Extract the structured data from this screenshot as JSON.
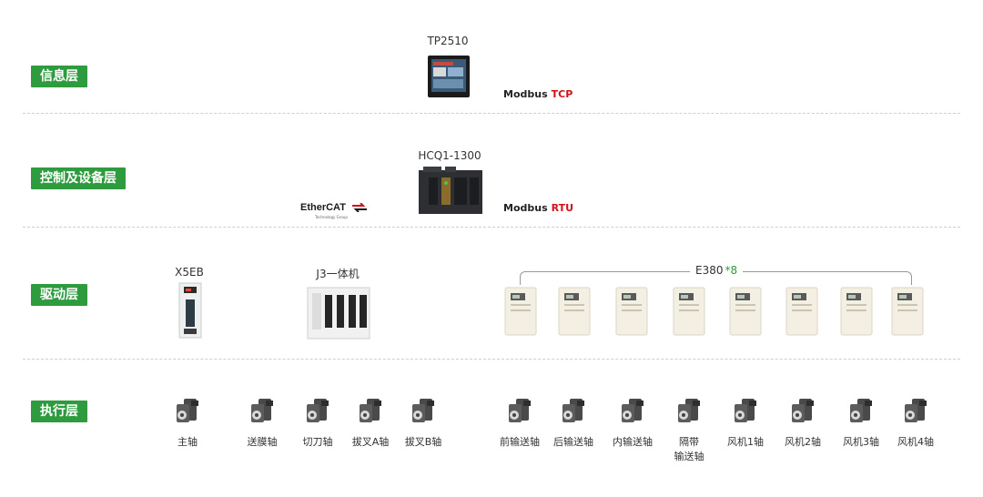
{
  "layers": {
    "info": "信息层",
    "control": "控制及设备层",
    "drive": "驱动层",
    "exec": "执行层"
  },
  "devices": {
    "hmi": "TP2510",
    "plc": "HCQ1-1300",
    "x5eb": "X5EB",
    "j3": "J3一体机",
    "e380": "E380",
    "e380_count": "*8"
  },
  "protocols": {
    "info": {
      "name": "Modbus",
      "suffix": "TCP"
    },
    "control": {
      "name": "Modbus",
      "suffix": "RTU"
    },
    "ethercat": {
      "brand": "EtherCAT",
      "sub": "Technology Group"
    }
  },
  "motors": [
    {
      "label": "主轴"
    },
    {
      "label": "送膜轴"
    },
    {
      "label": "切刀轴"
    },
    {
      "label": "拔叉A轴"
    },
    {
      "label": "拔叉B轴"
    },
    {
      "label": "前输送轴"
    },
    {
      "label": "后输送轴"
    },
    {
      "label": "内输送轴"
    },
    {
      "label": "隔带\n输送轴"
    },
    {
      "label": "风机1轴"
    },
    {
      "label": "风机2轴"
    },
    {
      "label": "风机3轴"
    },
    {
      "label": "风机4轴"
    }
  ],
  "colors": {
    "tag": "#2e9b3f",
    "accent_red": "#d0121b",
    "accent_green": "#2e9b3f"
  }
}
